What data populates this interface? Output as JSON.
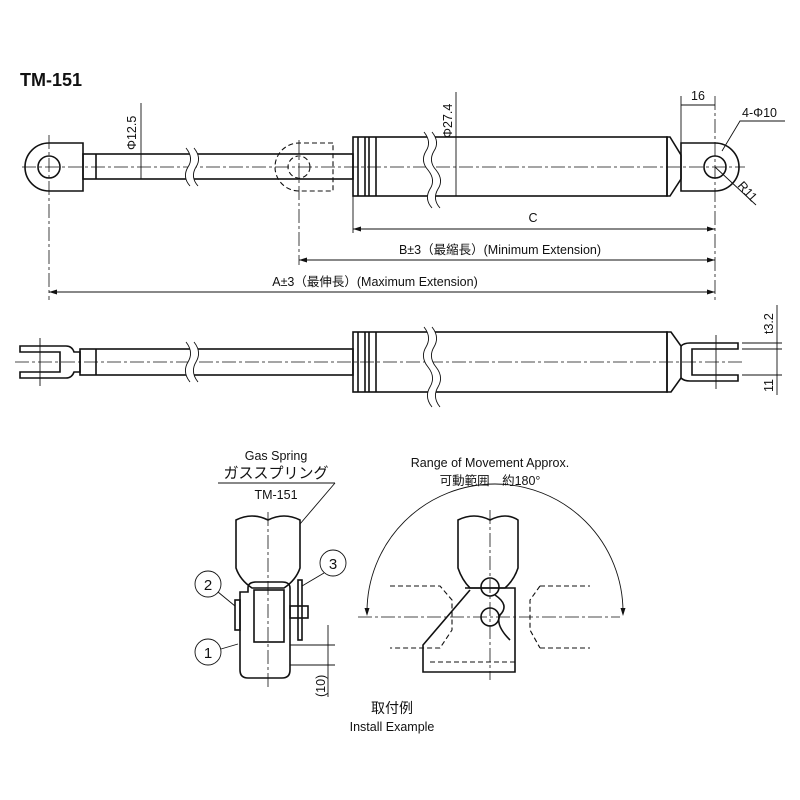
{
  "title": "TM-151",
  "top_view": {
    "rod_diameter": "Φ12.5",
    "tube_diameter": "Φ27.4",
    "end_width": "16",
    "hole_spec": "4-Φ10",
    "radius": "R11",
    "dim_c": "C",
    "dim_b": "B±3（最縮長）(Minimum Extension)",
    "dim_a": "A±3（最伸長）(Maximum Extension)"
  },
  "side_view": {
    "thickness": "t3.2",
    "gap": "11"
  },
  "install": {
    "gas_spring_en": "Gas Spring",
    "gas_spring_jp": "ガススプリング",
    "model": "TM-151",
    "callouts": [
      "1",
      "2",
      "3"
    ],
    "offset_dim": "(10)",
    "range_en": "Range of Movement Approx.",
    "range_jp": "可動範囲　約180°",
    "caption_jp": "取付例",
    "caption_en": "Install Example"
  }
}
